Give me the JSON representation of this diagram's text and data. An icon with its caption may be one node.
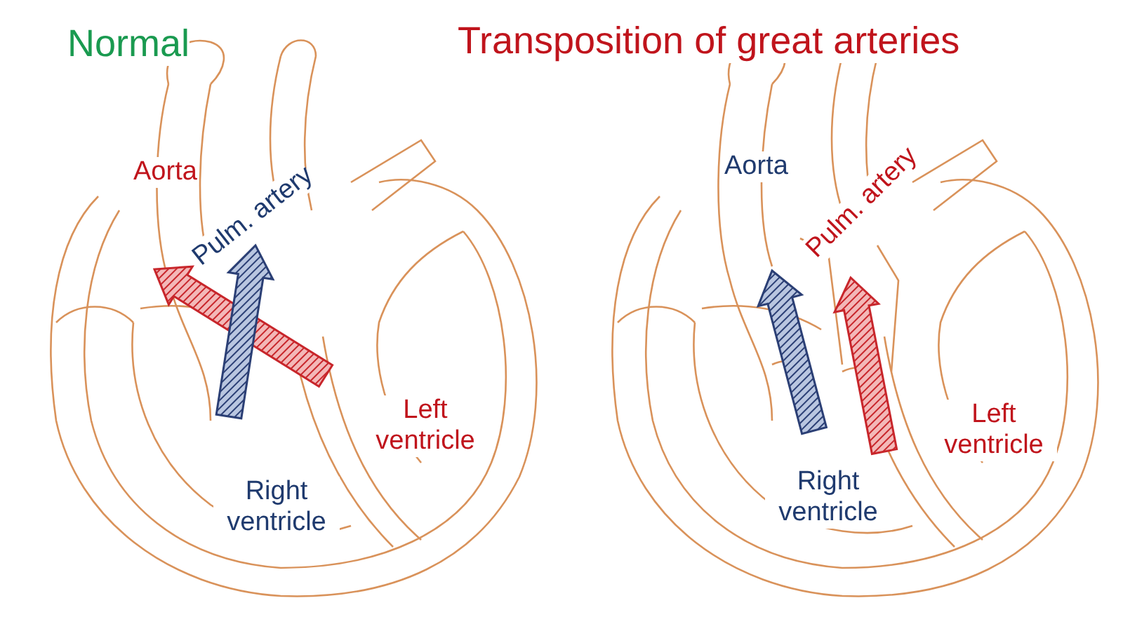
{
  "diagram": {
    "labels": [
      "Normal",
      "Aorta",
      "Pulm. artery",
      "Left ventricle",
      "Right ventricle",
      "Transposition of great arteries",
      "Aorta",
      "Pulm. artery",
      "Left ventricle",
      "Right ventricle"
    ]
  }
}
